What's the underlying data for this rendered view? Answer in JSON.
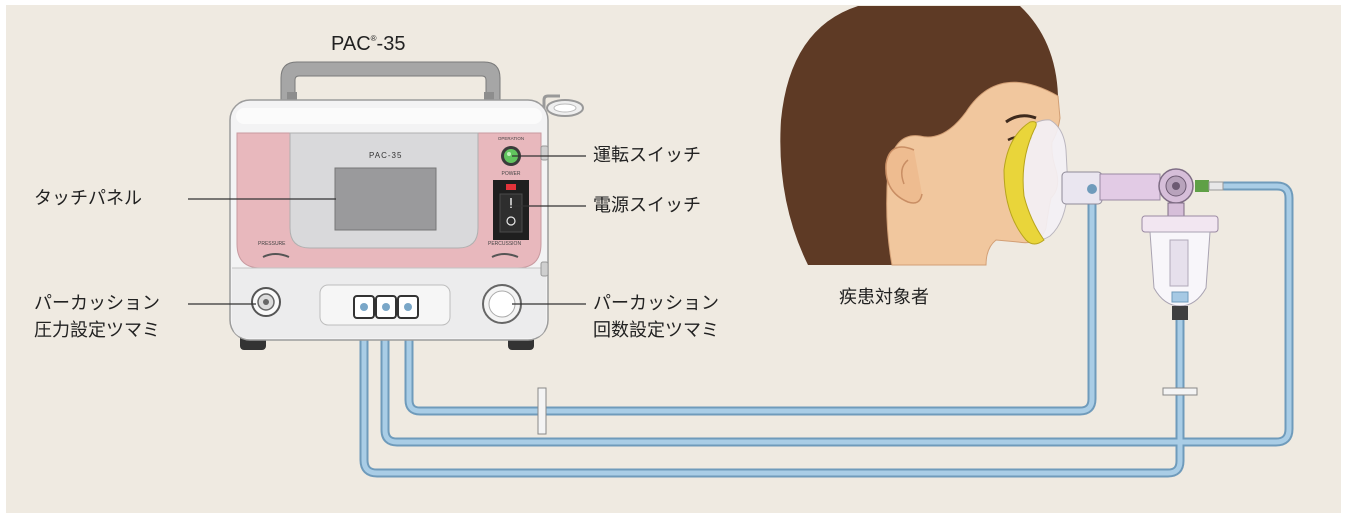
{
  "device": {
    "title_main": "PAC",
    "title_mark": "®",
    "title_suffix": "-35",
    "panel_model": "PAC-35",
    "panel_operation": "OPERATION",
    "panel_power": "POWER",
    "panel_pressure": "PRESSURE",
    "panel_percussion": "PERCUSSION"
  },
  "labels": {
    "operation_switch": "運転スイッチ",
    "power_switch": "電源スイッチ",
    "touch_panel": "タッチパネル",
    "pressure_knob_line1": "パーカッション",
    "pressure_knob_line2": "圧力設定ツマミ",
    "percussion_knob_line1": "パーカッション",
    "percussion_knob_line2": "回数設定ツマミ",
    "patient": "疾患対象者"
  },
  "colors": {
    "background": "#efeae1",
    "front_panel_pink": "#e8b8bd",
    "tube_blue": "#a9cde6",
    "operation_green": "#61c45e",
    "mask_yellow": "#e9d53a"
  }
}
